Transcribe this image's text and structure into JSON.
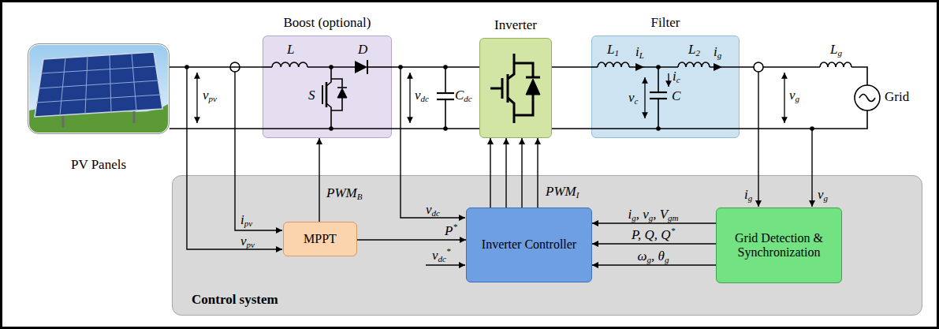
{
  "diagram": {
    "nodes": [
      {
        "text": [
          "PV Panels"
        ]
      },
      {
        "text": [
          "Boost (optional)"
        ]
      },
      {
        "text": [
          "Inverter"
        ]
      },
      {
        "text": [
          "Filter"
        ]
      },
      {
        "text": [
          "Control system"
        ]
      },
      {
        "text": [
          "MPPT"
        ],
        "in": 4
      },
      {
        "text": [
          "Inverter Controller"
        ],
        "in": 4
      },
      {
        "text": [
          "Grid Detection & Synchronization"
        ],
        "in": 4
      }
    ],
    "edges": [
      {
        "from": 0,
        "to": 1,
        "arrow": "none"
      },
      {
        "from": 1,
        "to": 2,
        "arrow": "none"
      },
      {
        "from": 2,
        "to": 3,
        "arrow": "none"
      },
      {
        "from": 5,
        "to": 1,
        "arrow": "to",
        "label": "PWMB"
      },
      {
        "from": 5,
        "to": 6,
        "arrow": "to",
        "label": "P*"
      },
      {
        "from": 6,
        "to": 2,
        "arrow": "to"
      },
      {
        "from": 6,
        "to": 2,
        "arrow": "to"
      },
      {
        "from": 6,
        "to": 2,
        "arrow": "to"
      },
      {
        "from": 6,
        "to": 2,
        "arrow": "to",
        "label": "PWMI"
      },
      {
        "from": 7,
        "to": 6,
        "arrow": "to",
        "label": "ig, vg, Vgm"
      },
      {
        "from": 7,
        "to": 6,
        "arrow": "to",
        "label": "P, Q, Q*"
      },
      {
        "from": 7,
        "to": 6,
        "arrow": "to",
        "label": "ωg, θg"
      }
    ],
    "labels": [
      "vpv",
      "L",
      "D",
      "S",
      "vdc",
      "Cdc",
      "L1",
      "iL",
      "L2",
      "ig",
      "ic",
      "vc",
      "C",
      "vg",
      "Lg",
      "Grid",
      "ipv",
      "vpv",
      "vdc",
      "vdc*",
      "ig",
      "vg"
    ]
  }
}
